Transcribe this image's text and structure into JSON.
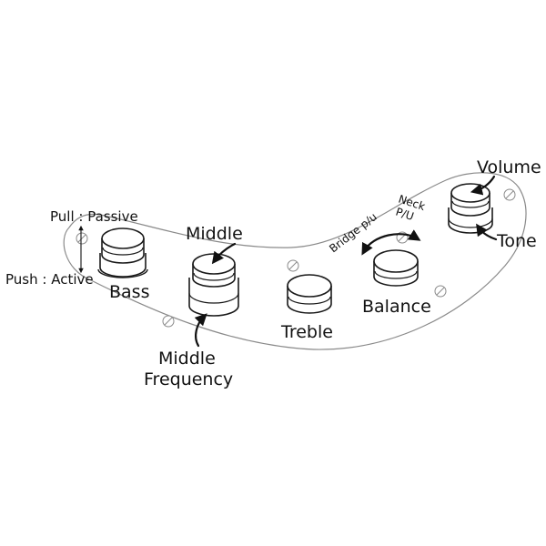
{
  "labels": {
    "pull_passive": "Pull : Passive",
    "push_active": "Push : Active",
    "bass": "Bass",
    "middle": "Middle",
    "middle_frequency_line1": "Middle",
    "middle_frequency_line2": "Frequency",
    "treble": "Treble",
    "bridge_pu": "Bridge p/u",
    "neck_pu_line1": "Neck",
    "neck_pu_line2": "P/U",
    "balance": "Balance",
    "volume": "Volume",
    "tone": "Tone"
  }
}
